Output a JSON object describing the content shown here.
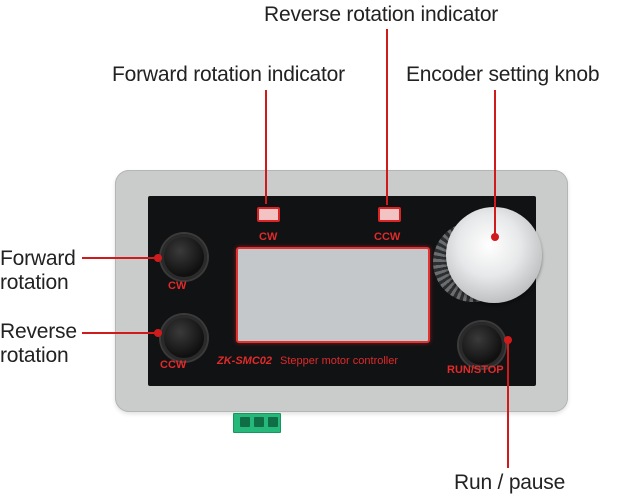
{
  "callouts": {
    "reverse_indicator": "Reverse rotation indicator",
    "forward_indicator": "Forward rotation indicator",
    "encoder_knob": "Encoder setting knob",
    "forward_rotation": "Forward\nrotation",
    "reverse_rotation": "Reverse\nrotation",
    "run_pause": "Run / pause"
  },
  "device": {
    "led_cw_label": "CW",
    "led_ccw_label": "CCW",
    "btn_cw_label": "CW",
    "btn_ccw_label": "CCW",
    "btn_run_label": "RUN/STOP",
    "model": "ZK-SMC02",
    "description": "Stepper motor controller"
  },
  "colors": {
    "accent": "#e12a2a",
    "enclosure": "#cacbcb",
    "faceplate": "#111214",
    "terminal": "#25b87a"
  }
}
